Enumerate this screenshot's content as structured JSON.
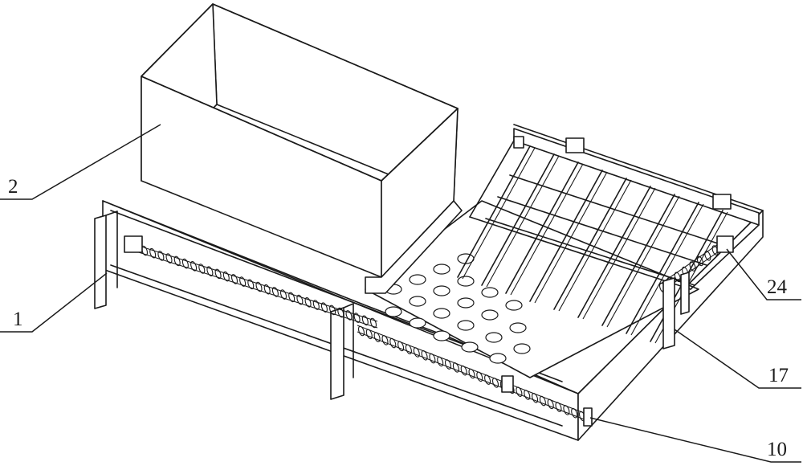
{
  "labels": [
    {
      "id": "label-2",
      "text": "2"
    },
    {
      "id": "label-1",
      "text": "1"
    },
    {
      "id": "label-24",
      "text": "24"
    },
    {
      "id": "label-17",
      "text": "17"
    },
    {
      "id": "label-10",
      "text": "10"
    }
  ]
}
